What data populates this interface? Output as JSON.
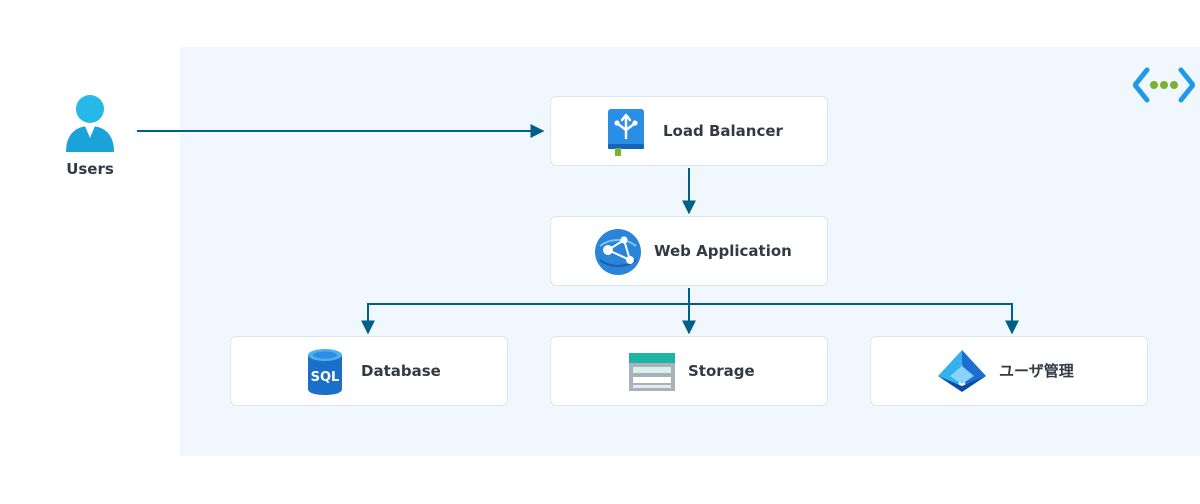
{
  "actors": {
    "users": {
      "label": "Users",
      "icon": "user-icon"
    }
  },
  "nodes": {
    "load_balancer": {
      "label": "Load Balancer",
      "icon": "load-balancer-icon"
    },
    "web_app": {
      "label": "Web Application",
      "icon": "web-app-icon"
    },
    "database": {
      "label": "Database",
      "icon": "sql-database-icon",
      "icon_text": "SQL"
    },
    "storage": {
      "label": "Storage",
      "icon": "storage-icon"
    },
    "user_management": {
      "label": "ユーザ管理",
      "icon": "entra-id-icon"
    }
  },
  "group": {
    "icon": "virtual-network-icon"
  },
  "colors": {
    "vnet_background": "#f0f7fe",
    "connector": "#005f87",
    "user_icon": "#22b7e6",
    "node_border": "#dfe4ea",
    "label_text": "#323a45"
  }
}
